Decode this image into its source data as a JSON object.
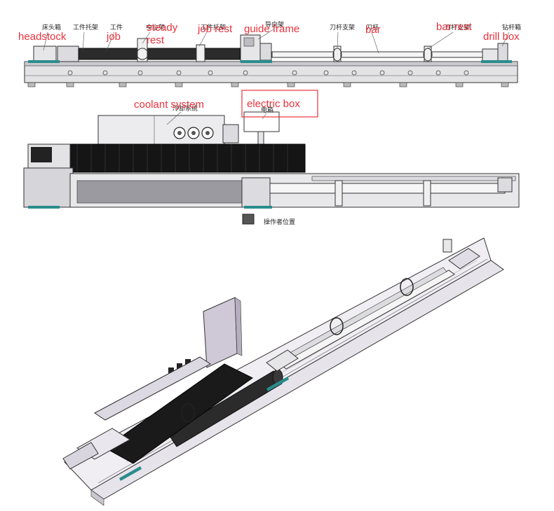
{
  "labels_en": {
    "headstock": "headstock",
    "job": "job",
    "steady_rest_1": "steady",
    "steady_rest_2": "rest",
    "job_rest": "job rest",
    "guide_frame": "guide frame",
    "bar": "bar",
    "bar_rest": "bar rest",
    "drill_box": "drill box",
    "coolant_system": "coolant system",
    "electric_box": "electric box"
  },
  "labels_cn": {
    "headstock": "床头箱",
    "job_rest": "工件托架",
    "job": "工件",
    "steady_rest": "中心架",
    "job_rest_2": "工件托架",
    "guide_frame": "导向架",
    "bar_rest": "刀杆支架",
    "bar": "刀杆",
    "bar_rest_2": "刀杆支架",
    "drill_box": "钻杆箱",
    "coolant_system": "冷却系统",
    "electric_box": "电箱",
    "operator_position": "操作者位置"
  },
  "colors": {
    "label_red": "#e8323c",
    "machine_bed": "#d9d9dd",
    "machine_dark": "#2b2b2b",
    "accent_teal": "#2a8c8c",
    "cabinet": "#cfc8d6"
  }
}
